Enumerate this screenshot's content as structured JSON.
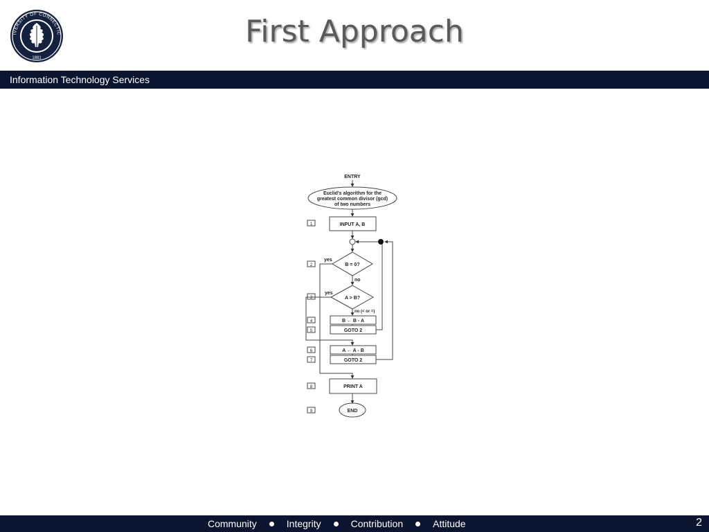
{
  "slide": {
    "title": "First Approach",
    "org_band": "Information Technology Services",
    "page_number": "2",
    "values": [
      "Community",
      "Integrity",
      "Contribution",
      "Attitude"
    ]
  },
  "logo": {
    "ring_text": "UNIVERSITY OF CONNECTICUT",
    "year": "1881",
    "icon": "oak-leaf-seal"
  },
  "flowchart": {
    "entry": "ENTRY",
    "description": [
      "Euclid's algorithm for the",
      "greatest common divisor (gcd)",
      "of two numbers"
    ],
    "steps": [
      {
        "num": "1",
        "text": "INPUT A, B"
      },
      {
        "num": "2",
        "text": "B = 0?"
      },
      {
        "num": "3",
        "text": "A > B?"
      },
      {
        "num": "4",
        "text": "B ← B - A"
      },
      {
        "num": "5",
        "text": "GOTO 2"
      },
      {
        "num": "6",
        "text": "A ← A - B"
      },
      {
        "num": "7",
        "text": "GOTO 2"
      },
      {
        "num": "8",
        "text": "PRINT A"
      },
      {
        "num": "9",
        "text": "END"
      }
    ],
    "labels": {
      "yes_b0": "yes",
      "no_b0": "no",
      "yes_ab": "yes",
      "no_ab": "no (< or =)"
    }
  },
  "colors": {
    "band": "#0c1530",
    "title": "#5a5a5a",
    "logo": "#14213f"
  }
}
